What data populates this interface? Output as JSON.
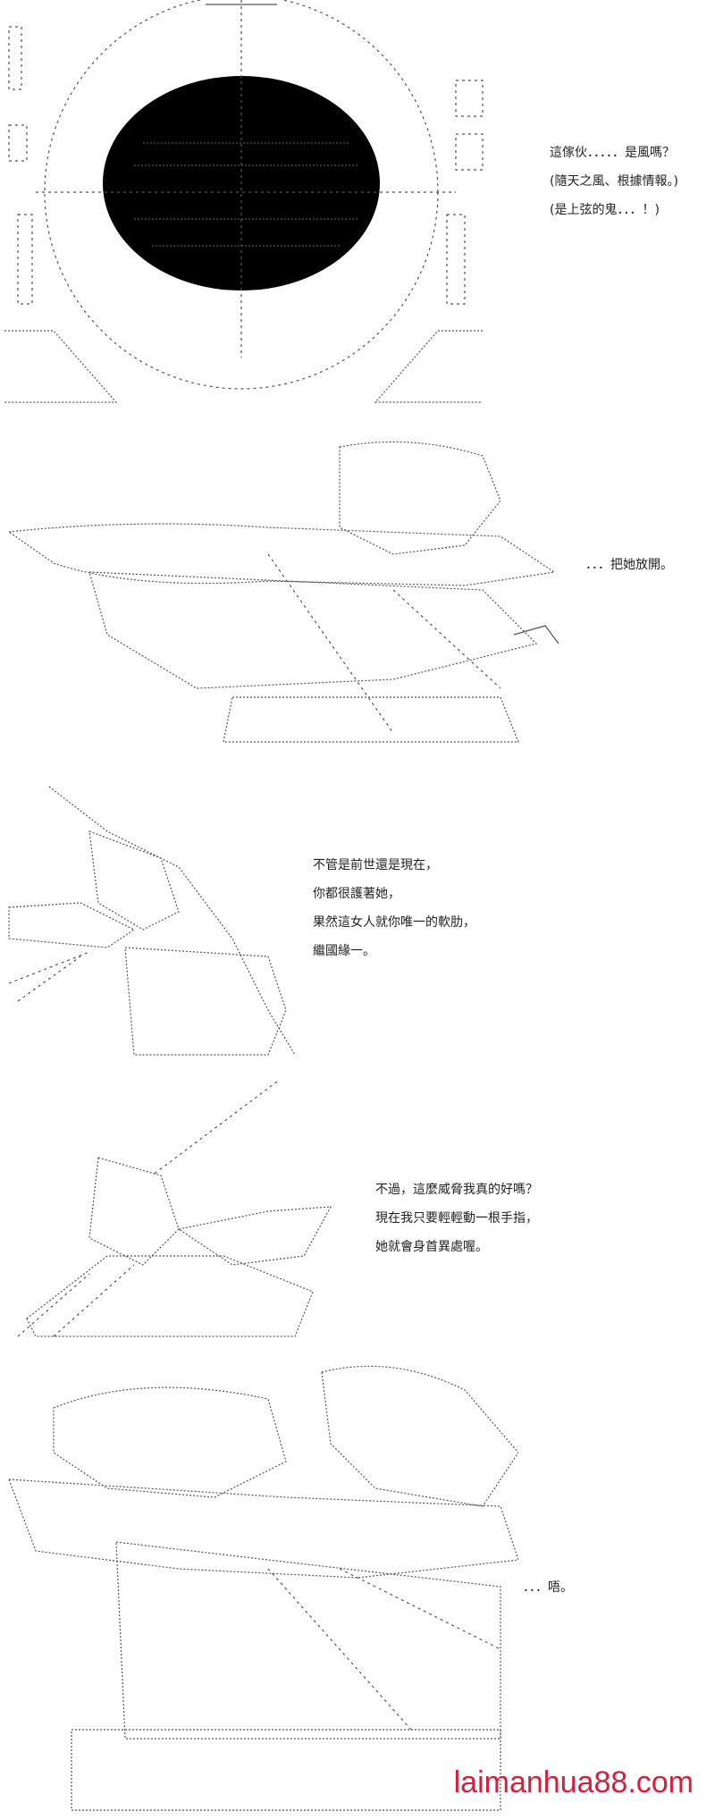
{
  "panels": [
    {
      "lines": [
        "這傢伙．．．．．是風嗎？",
        "(隨天之風、根據情報。)",
        "(是上弦的鬼．．．！)"
      ]
    },
    {
      "lines": [
        "．．．把她放開。"
      ]
    },
    {
      "lines": [
        "不管是前世還是現在，",
        "你都很護著她，",
        "果然這女人就你唯一的軟肋，",
        "繼國緣一。"
      ]
    },
    {
      "lines": [
        "不過，這麼威脅我真的好嗎？",
        "現在我只要輕輕動一根手指，",
        "她就會身首異處喔。"
      ]
    },
    {
      "lines": [
        "．．．唔。"
      ]
    }
  ],
  "watermark": "laimanhua88.com",
  "colors": {
    "watermark": "#d81e3a",
    "art": "#555555"
  }
}
